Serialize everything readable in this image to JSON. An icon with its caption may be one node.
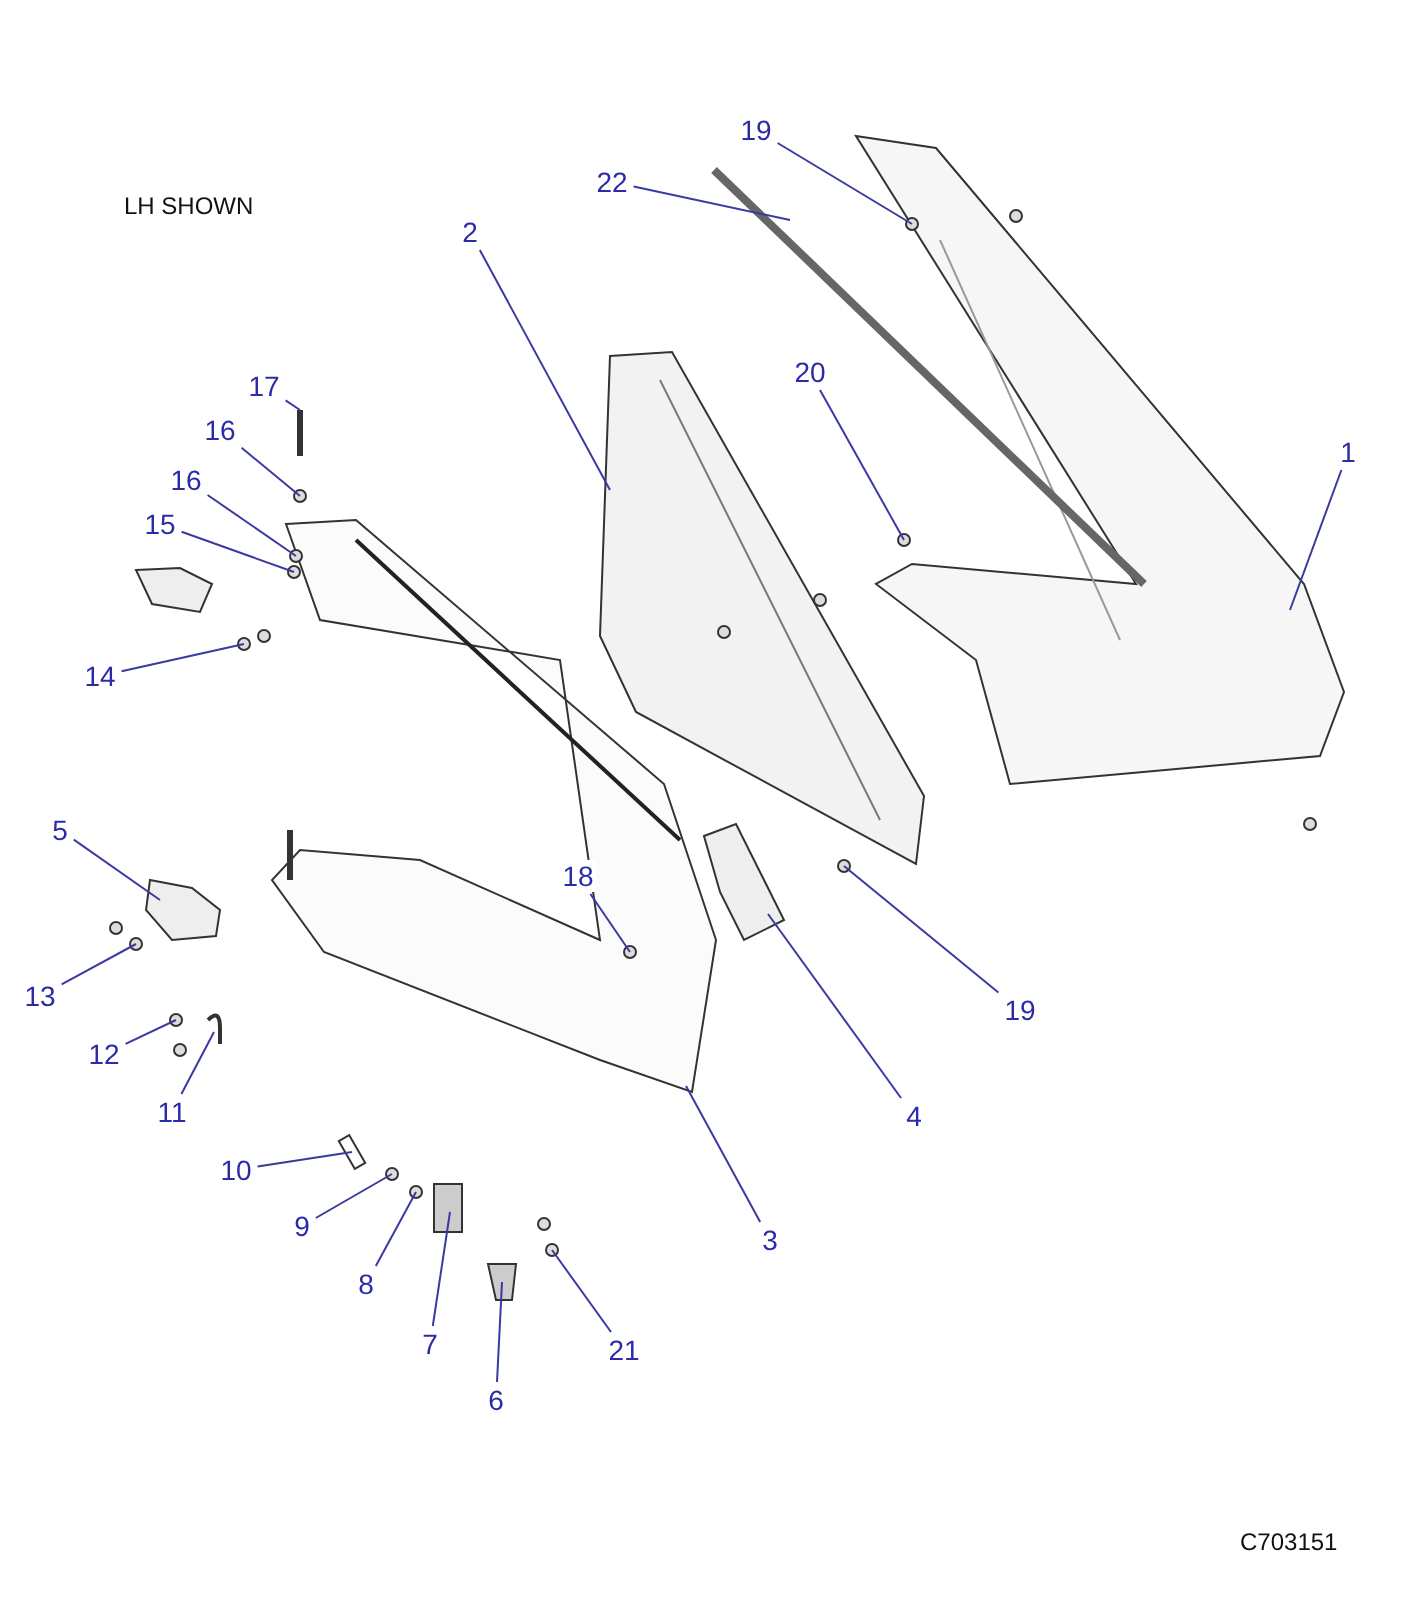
{
  "diagram": {
    "nodes": [
      {
        "text": [
          "19"
        ]
      },
      {
        "text": [
          "22"
        ]
      },
      {
        "text": [
          "2"
        ]
      },
      {
        "text": [
          "20"
        ]
      },
      {
        "text": [
          "17"
        ]
      },
      {
        "text": [
          "16"
        ]
      },
      {
        "text": [
          "16"
        ]
      },
      {
        "text": [
          "15"
        ]
      },
      {
        "text": [
          "1"
        ]
      },
      {
        "text": [
          "14"
        ]
      },
      {
        "text": [
          "5"
        ]
      },
      {
        "text": [
          "18"
        ]
      },
      {
        "text": [
          "13"
        ]
      },
      {
        "text": [
          "19"
        ]
      },
      {
        "text": [
          "12"
        ]
      },
      {
        "text": [
          "4"
        ]
      },
      {
        "text": [
          "11"
        ]
      },
      {
        "text": [
          "10"
        ]
      },
      {
        "text": [
          "9"
        ]
      },
      {
        "text": [
          "3"
        ]
      },
      {
        "text": [
          "8"
        ]
      },
      {
        "text": [
          "7"
        ]
      },
      {
        "text": [
          "21"
        ]
      },
      {
        "text": [
          "6"
        ]
      }
    ],
    "edges": [
      {
        "from": 0,
        "to": null,
        "arrow": "none"
      },
      {
        "from": 1,
        "to": null,
        "arrow": "none"
      },
      {
        "from": 2,
        "to": null,
        "arrow": "none"
      },
      {
        "from": 3,
        "to": null,
        "arrow": "none"
      },
      {
        "from": 4,
        "to": null,
        "arrow": "none"
      },
      {
        "from": 5,
        "to": null,
        "arrow": "none"
      },
      {
        "from": 6,
        "to": null,
        "arrow": "none"
      },
      {
        "from": 7,
        "to": null,
        "arrow": "none"
      },
      {
        "from": 8,
        "to": null,
        "arrow": "none"
      },
      {
        "from": 9,
        "to": null,
        "arrow": "none"
      },
      {
        "from": 10,
        "to": null,
        "arrow": "none"
      },
      {
        "from": 11,
        "to": null,
        "arrow": "none"
      },
      {
        "from": 12,
        "to": null,
        "arrow": "none"
      },
      {
        "from": 13,
        "to": null,
        "arrow": "none"
      },
      {
        "from": 14,
        "to": null,
        "arrow": "none"
      },
      {
        "from": 15,
        "to": null,
        "arrow": "none"
      },
      {
        "from": 16,
        "to": null,
        "arrow": "none"
      },
      {
        "from": 17,
        "to": null,
        "arrow": "none"
      },
      {
        "from": 18,
        "to": null,
        "arrow": "none"
      },
      {
        "from": 19,
        "to": null,
        "arrow": "none"
      },
      {
        "from": 20,
        "to": null,
        "arrow": "none"
      },
      {
        "from": 21,
        "to": null,
        "arrow": "none"
      },
      {
        "from": 22,
        "to": null,
        "arrow": "none"
      },
      {
        "from": 23,
        "to": null,
        "arrow": "none"
      }
    ],
    "labels": [
      "LH SHOWN",
      "C703151"
    ]
  }
}
